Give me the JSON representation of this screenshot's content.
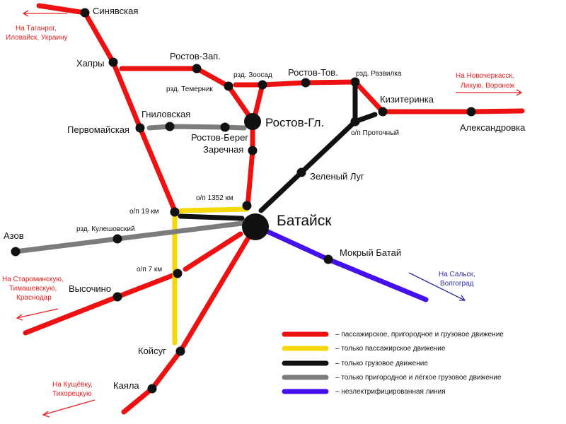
{
  "colors": {
    "red": "#ee1111",
    "yellow": "#f4d80a",
    "black": "#111111",
    "gray": "#7c7c7c",
    "blue": "#4411ee",
    "dir_red": "#e52020",
    "dir_blue": "#2a2aa8"
  },
  "stations": {
    "sinyavskaya": "Синявская",
    "khapry": "Хапры",
    "rostov_zap": "Ростов-Зап.",
    "rzd_zoosad": "рзд. Зоосад",
    "rostov_tov": "Ростов-Тов.",
    "rzd_razvilka": "рзд. Развилка",
    "rzd_temernik": "рзд. Темерник",
    "kiziterinka": "Кизитеринка",
    "aleksandrovka": "Александровка",
    "gnilovskaya": "Гниловская",
    "rostov_gl": "Ростов-Гл.",
    "pervomayskaya": "Первомайская",
    "rostov_bereg": "Ростов-Берег",
    "zarechnaya": "Заречная",
    "op_protochny": "о/п Проточный",
    "zeleny_lug": "Зеленый Луг",
    "op_1352": "о/п 1352 км",
    "op_19": "о/п 19 км",
    "bataysk": "Батайск",
    "azov": "Азов",
    "rzd_kuleshovsky": "рзд. Кулешовский",
    "mokry_batay": "Мокрый Батай",
    "op_7": "о/п 7 км",
    "vysochino": "Высочино",
    "koysug": "Койсуг",
    "kayala": "Каяла"
  },
  "directions": {
    "taganrog": [
      "На Таганрог,",
      "Иловайск, Украину"
    ],
    "novocherkassk": [
      "На Новочеркасск,",
      "Лихую, Воронеж"
    ],
    "salsk": [
      "На Сальск,",
      "Волгоград"
    ],
    "starominskuyu": [
      "На Староминскую,",
      "Тимашевскую,",
      "Краснодар"
    ],
    "kushchevku": [
      "На Кущёвку,",
      "Тихорецкую"
    ]
  },
  "legend": [
    {
      "color": "#ee1111",
      "label": "– пассажирское, пригородное и грузовое движение"
    },
    {
      "color": "#f4d80a",
      "label": "– только пассажирское движение"
    },
    {
      "color": "#111111",
      "label": "– только грузовое движение"
    },
    {
      "color": "#7c7c7c",
      "label": "– только пригородное и лёгкое грузовое движение"
    },
    {
      "color": "#4411ee",
      "label": "– неэлектрифицированная линия"
    }
  ]
}
